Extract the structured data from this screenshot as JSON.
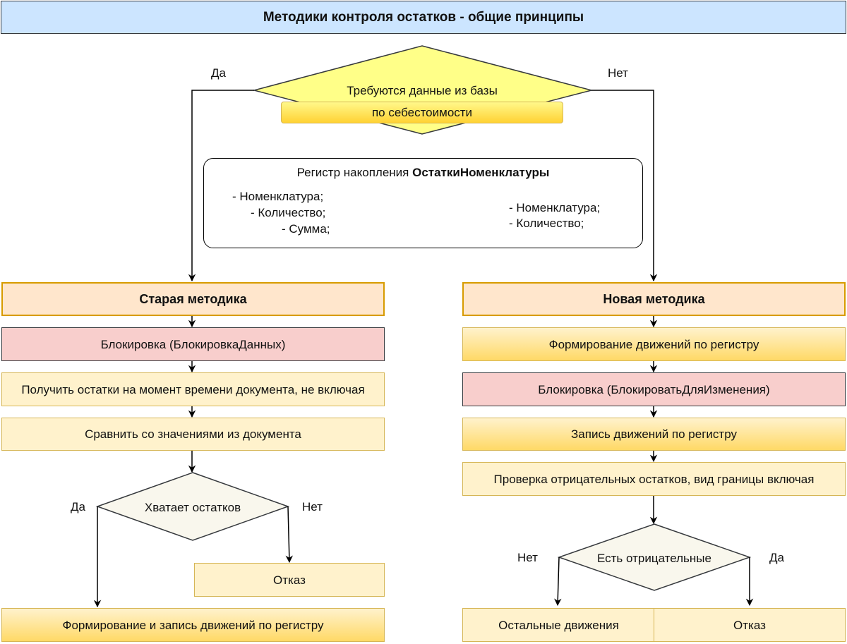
{
  "title": "Методики контроля остатков - общие принципы",
  "top_decision": {
    "question": "Требуются данные из базы",
    "subtitle": "по себестоимости",
    "yes_label": "Да",
    "no_label": "Нет"
  },
  "register": {
    "prefix": "Регистр накопления ",
    "name": "ОстаткиНоменклатуры",
    "left_fields": [
      "- Номенклатура;",
      "- Количество;",
      "- Сумма;"
    ],
    "right_fields": [
      "- Номенклатура;",
      "- Количество;"
    ]
  },
  "old_method": {
    "title": "Старая методика",
    "steps": [
      "Блокировка (БлокировкаДанных)",
      "Получить остатки на момент времени документа, не включая",
      "Сравнить со значениями из документа"
    ],
    "decision": "Хватает остатков",
    "yes_label": "Да",
    "no_label": "Нет",
    "reject": "Отказ",
    "final": "Формирование и запись движений по регистру"
  },
  "new_method": {
    "title": "Новая методика",
    "steps": [
      "Формирование движений по регистру",
      "Блокировка (БлокироватьДляИзменения)",
      "Запись движений по регистру",
      "Проверка отрицательных остатков, вид границы включая"
    ],
    "decision": "Есть отрицательные",
    "no_label": "Нет",
    "yes_label": "Да",
    "other_moves": "Остальные движения",
    "reject": "Отказ"
  }
}
